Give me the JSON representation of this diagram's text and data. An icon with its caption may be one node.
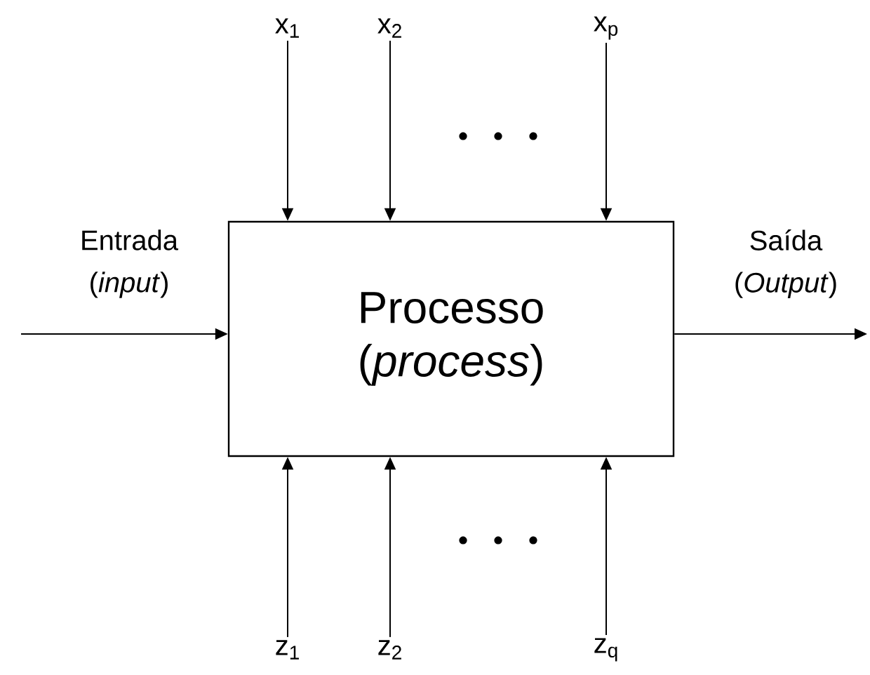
{
  "diagram": {
    "nodes": [
      {
        "text": [
          "Processo (*process*)"
        ]
      },
      {
        "text": [
          "x$_{1}$"
        ]
      },
      {
        "text": [
          "x$_{2}$"
        ]
      },
      {
        "text": [
          "x$_{p}$"
        ]
      },
      {
        "text": [
          "z$_{1}$"
        ]
      },
      {
        "text": [
          "z$_{2}$"
        ]
      },
      {
        "text": [
          "z$_{q}$"
        ]
      }
    ],
    "edges": [
      {
        "from": null,
        "to": 0,
        "arrow": "to",
        "label": "Entrada (*input*)"
      },
      {
        "from": 0,
        "to": null,
        "arrow": "to",
        "label": "Saída (*Output*)"
      },
      {
        "from": 1,
        "to": 0,
        "arrow": "to"
      },
      {
        "from": 2,
        "to": 0,
        "arrow": "to"
      },
      {
        "from": 3,
        "to": 0,
        "arrow": "to"
      },
      {
        "from": 4,
        "to": 0,
        "arrow": "to"
      },
      {
        "from": 5,
        "to": 0,
        "arrow": "to"
      },
      {
        "from": 6,
        "to": 0,
        "arrow": "to"
      }
    ]
  }
}
